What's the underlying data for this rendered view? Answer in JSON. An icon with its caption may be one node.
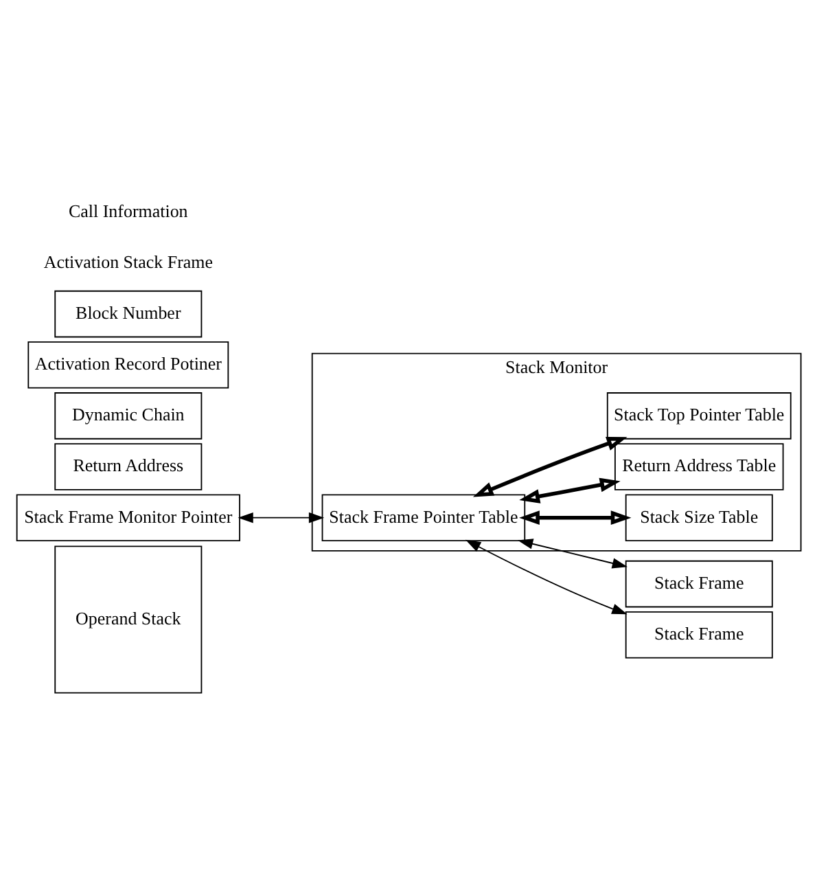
{
  "diagram": {
    "nodes": [
      {
        "text": [
          "Operand Stack"
        ]
      },
      {
        "text": [
          "Stack Frame Monitor Pointer"
        ]
      },
      {
        "text": [
          "Return Address"
        ]
      },
      {
        "text": [
          "Dynamic Chain"
        ]
      },
      {
        "text": [
          "Activation Record Potiner"
        ]
      },
      {
        "text": [
          "Block Number"
        ]
      },
      {
        "text": [
          "Stack Monitor"
        ]
      },
      {
        "text": [
          "Stack Frame Pointer Table"
        ],
        "in": 6
      },
      {
        "text": [
          "Stack Size Table"
        ],
        "in": 6
      },
      {
        "text": [
          "Return Address Table"
        ],
        "in": 6
      },
      {
        "text": [
          "Stack Top Pointer Table"
        ],
        "in": 6
      },
      {
        "text": [
          "Stack Frame"
        ]
      },
      {
        "text": [
          "Stack Frame"
        ]
      }
    ],
    "edges": [
      {
        "from": 1,
        "to": 7,
        "arrow": "both"
      },
      {
        "from": 7,
        "to": 8,
        "arrow": "both",
        "style": "thick"
      },
      {
        "from": 7,
        "to": 9,
        "arrow": "both",
        "style": "thick"
      },
      {
        "from": 7,
        "to": 10,
        "arrow": "both",
        "style": "thick"
      },
      {
        "from": 7,
        "to": 11,
        "arrow": "both"
      },
      {
        "from": 7,
        "to": 12,
        "arrow": "both"
      }
    ],
    "labels": [
      "Activation Stack Frame",
      "Call Information"
    ]
  }
}
